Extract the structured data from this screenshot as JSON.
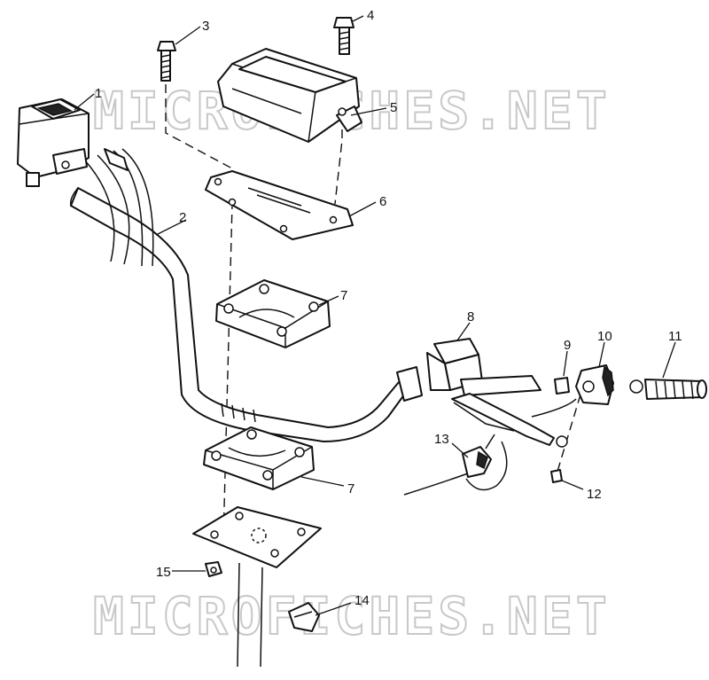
{
  "watermark": "MICROFICHES.NET",
  "callouts": {
    "c1": "1",
    "c2": "2",
    "c3": "3",
    "c4": "4",
    "c5": "5",
    "c6": "6",
    "c7a": "7",
    "c7b": "7",
    "c8": "8",
    "c9": "9",
    "c10": "10",
    "c11": "11",
    "c12": "12",
    "c13": "13",
    "c14": "14",
    "c15": "15"
  }
}
